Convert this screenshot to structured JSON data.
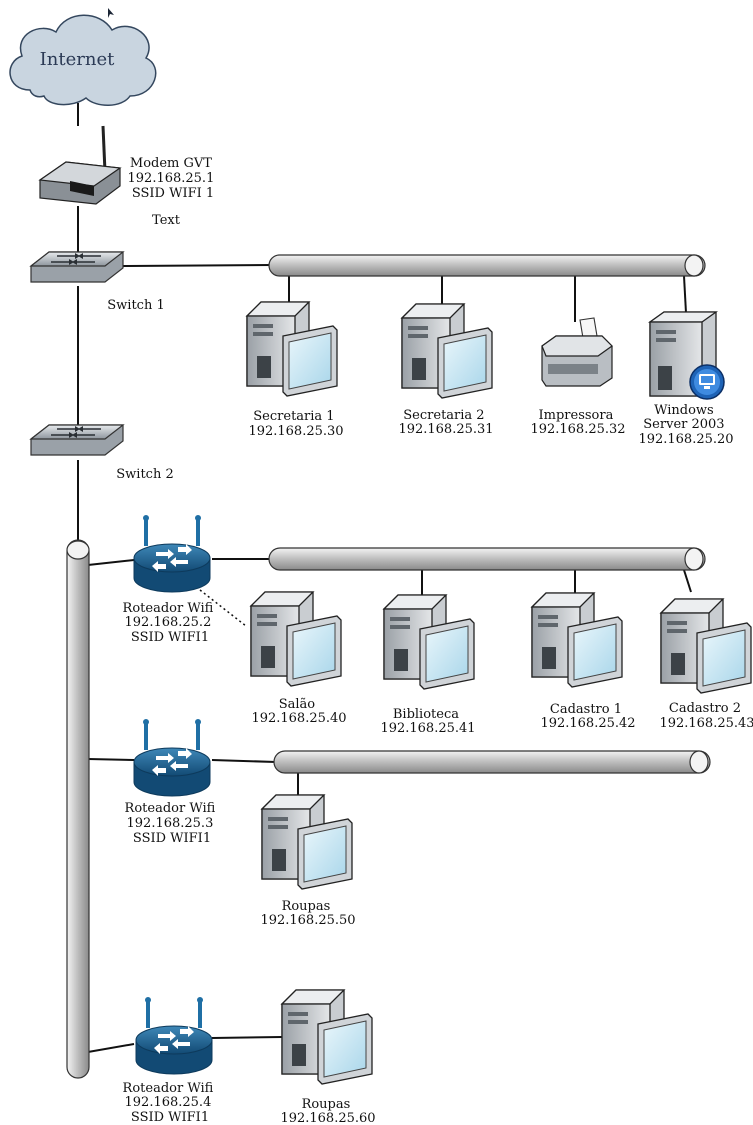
{
  "internet": {
    "label": "Internet"
  },
  "modem": {
    "lines": [
      "Modem GVT",
      "192.168.25.1",
      "SSID WIFI 1"
    ],
    "extra": "Text"
  },
  "switch1": {
    "label": "Switch 1"
  },
  "switch2": {
    "label": "Switch 2"
  },
  "hosts": {
    "secretaria1": [
      "Secretaria 1",
      "192.168.25.30"
    ],
    "secretaria2": [
      "Secretaria 2",
      "192.168.25.31"
    ],
    "impressora": [
      "Impressora",
      "192.168.25.32"
    ],
    "server": [
      "Windows",
      "Server 2003",
      "192.168.25.20"
    ],
    "salao": [
      "Salão",
      "192.168.25.40"
    ],
    "biblioteca": [
      "Biblioteca",
      "192.168.25.41"
    ],
    "cadastro1": [
      "Cadastro 1",
      "192.168.25.42"
    ],
    "cadastro2": [
      "Cadastro 2",
      "192.168.25.43"
    ],
    "roupas1": [
      "Roupas",
      "192.168.25.50"
    ],
    "roupas2": [
      "Roupas",
      "192.168.25.60"
    ]
  },
  "routers": {
    "r1": [
      "Roteador Wifi",
      "192.168.25.2",
      "SSID WIFI1"
    ],
    "r2": [
      "Roteador Wifi",
      "192.168.25.3",
      "SSID WIFI1"
    ],
    "r3": [
      "Roteador Wifi",
      "192.168.25.4",
      "SSID WIFI1"
    ]
  }
}
